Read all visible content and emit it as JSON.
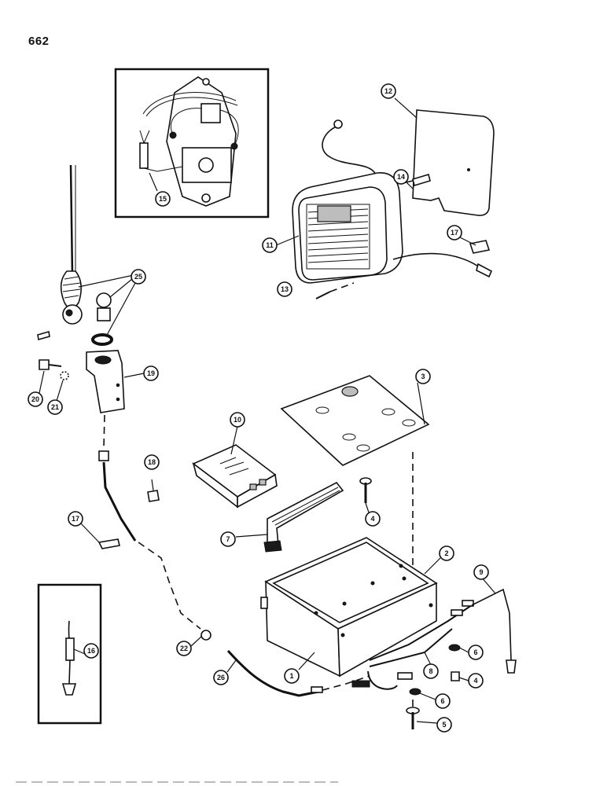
{
  "page": {
    "number": "662"
  },
  "callouts": [
    "1",
    "2",
    "3",
    "4",
    "4",
    "5",
    "6",
    "6",
    "7",
    "8",
    "9",
    "10",
    "11",
    "12",
    "13",
    "14",
    "15",
    "16",
    "17",
    "17",
    "18",
    "19",
    "20",
    "21",
    "22",
    "25",
    "26"
  ]
}
